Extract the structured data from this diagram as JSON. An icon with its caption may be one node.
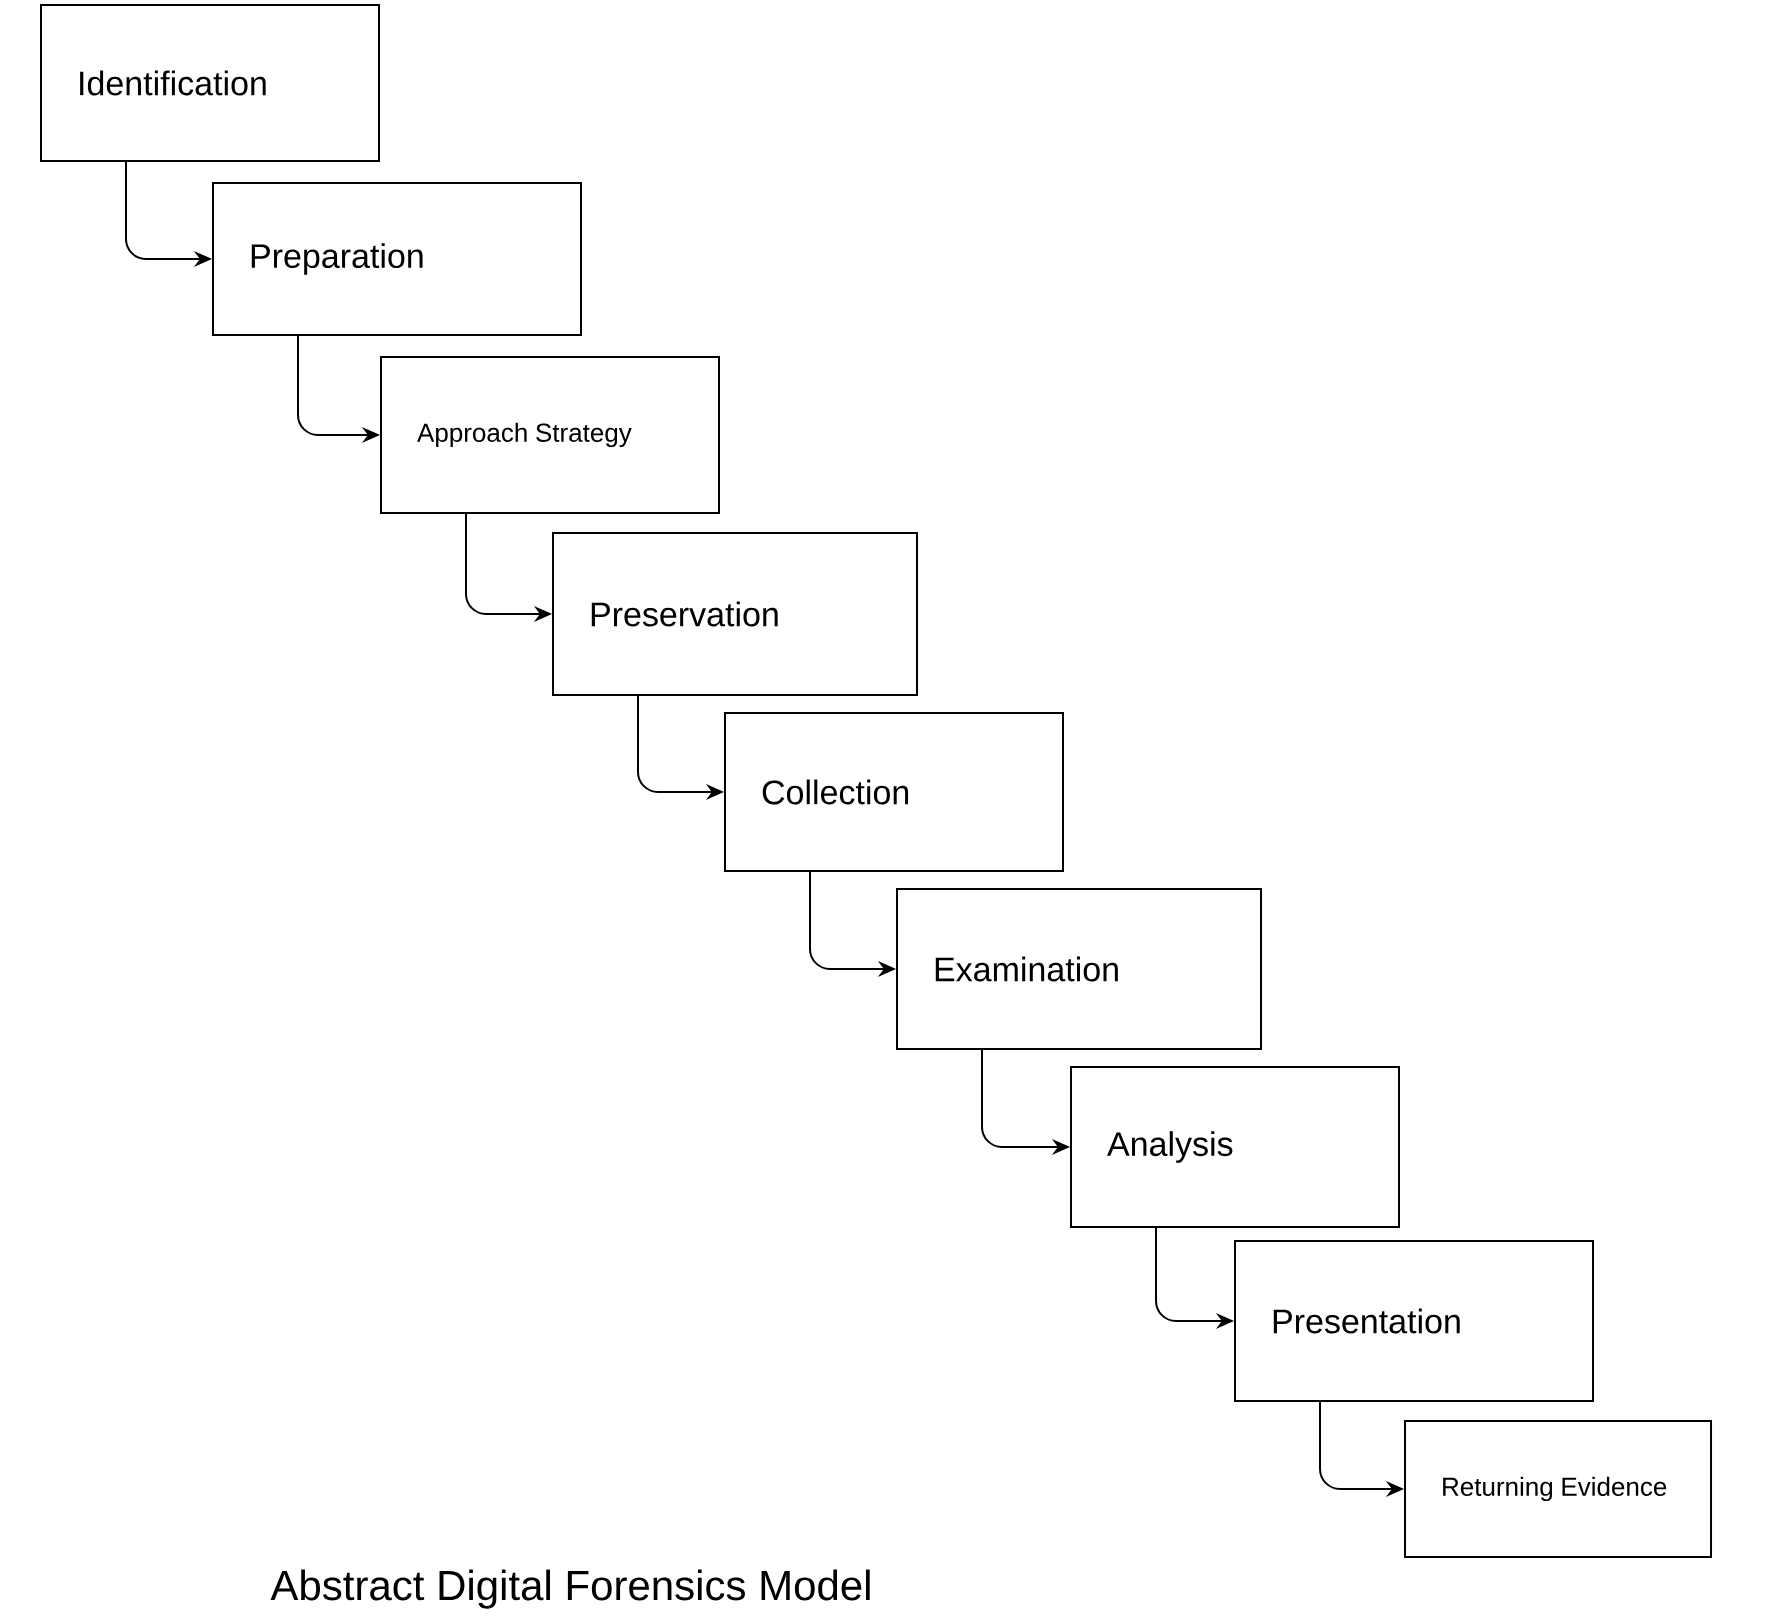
{
  "diagram": {
    "caption": "Abstract Digital Forensics Model",
    "nodes": [
      {
        "text": [
          "Identification"
        ]
      },
      {
        "text": [
          "Preparation"
        ]
      },
      {
        "text": [
          "Approach Strategy"
        ]
      },
      {
        "text": [
          "Preservation"
        ]
      },
      {
        "text": [
          "Collection"
        ]
      },
      {
        "text": [
          "Examination"
        ]
      },
      {
        "text": [
          "Analysis"
        ]
      },
      {
        "text": [
          "Presentation"
        ]
      },
      {
        "text": [
          "Returning Evidence"
        ]
      }
    ],
    "edges": [
      {
        "from": 0,
        "to": 1,
        "arrow": "to"
      },
      {
        "from": 1,
        "to": 2,
        "arrow": "to"
      },
      {
        "from": 2,
        "to": 3,
        "arrow": "to"
      },
      {
        "from": 3,
        "to": 4,
        "arrow": "to"
      },
      {
        "from": 4,
        "to": 5,
        "arrow": "to"
      },
      {
        "from": 5,
        "to": 6,
        "arrow": "to"
      },
      {
        "from": 6,
        "to": 7,
        "arrow": "to"
      },
      {
        "from": 7,
        "to": 8,
        "arrow": "to"
      }
    ]
  }
}
